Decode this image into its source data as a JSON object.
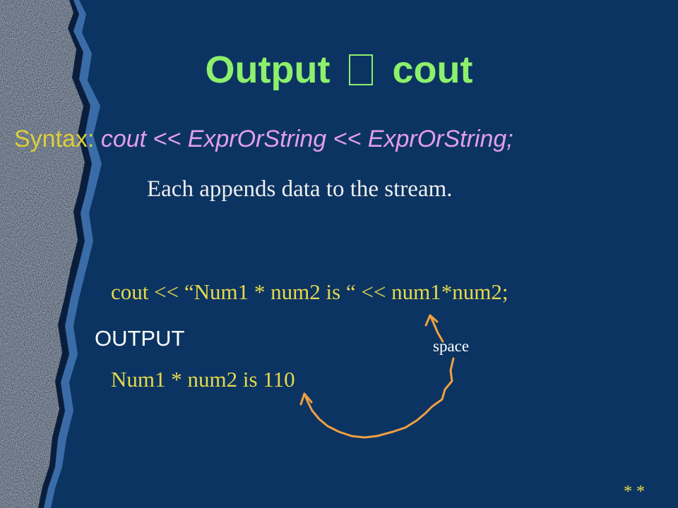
{
  "slide": {
    "title_left": "Output",
    "title_right": "cout",
    "syntax_label": "Syntax:",
    "syntax_rest": "cout << ExprOrString << ExprOrString;",
    "append_note": "Each appends data to the stream.",
    "code_line": "cout << “Num1 * num2 is “ << num1*num2;",
    "output_label": "OUTPUT",
    "output_result": "Num1 * num2 is 110",
    "space_note": "space",
    "footer_marks": "* *"
  },
  "colors": {
    "background": "#0c3462",
    "title": "#8cf06c",
    "syntax_label": "#dccf38",
    "syntax_text": "#e39df0",
    "code": "#e8d94a",
    "arrow": "#f0a040"
  },
  "icons": {
    "title_glyph": "missing-glyph-box",
    "left_edge": "granite-torn-edge"
  }
}
